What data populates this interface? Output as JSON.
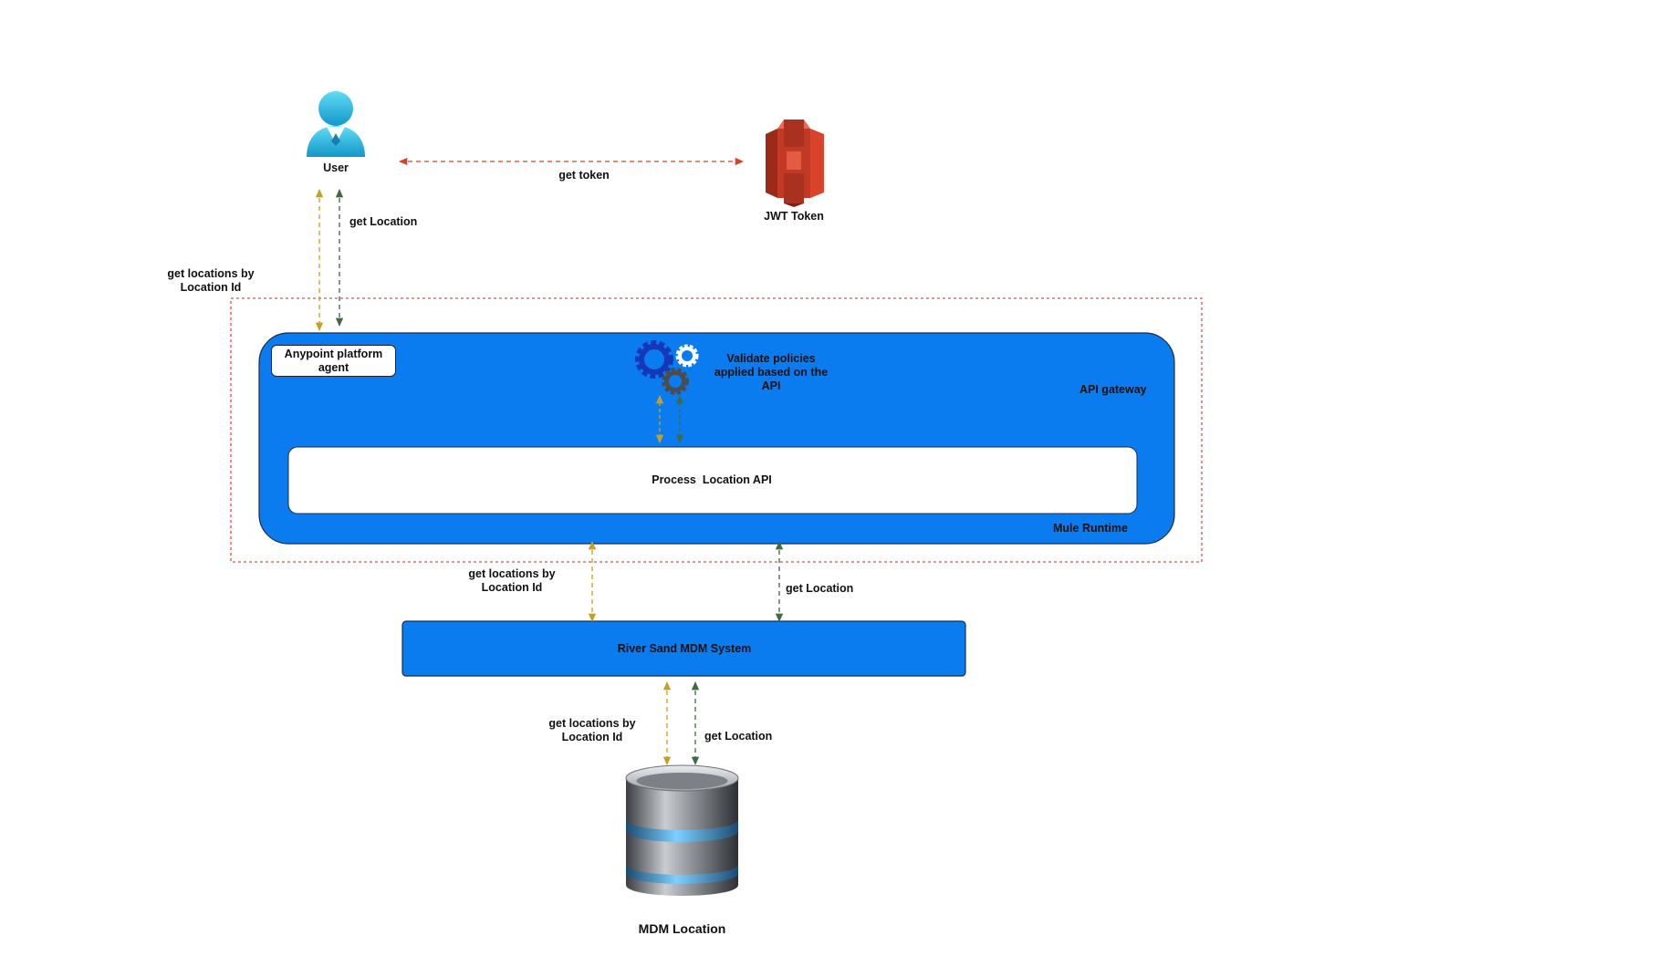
{
  "user": {
    "label": "User",
    "icon": "user-icon"
  },
  "jwt": {
    "label": "JWT Token",
    "icon": "s3-bucket-icon"
  },
  "token_flow": {
    "label": "get token"
  },
  "user_flows": {
    "get_locations_by_id": "get locations by Location Id",
    "get_location": "get Location"
  },
  "gateway": {
    "label": "API gateway",
    "agent_label": "Anypoint platform agent",
    "policies_label": "Validate policies applied based on the API",
    "gears_icon": "gears-icon"
  },
  "runtime": {
    "label": "Mule Runtime",
    "process_label": "Process  Location API"
  },
  "mdm_flows": {
    "get_locations_by_id": "get locations by Location Id",
    "get_location": "get Location"
  },
  "mdm_system": {
    "label": "River Sand MDM System"
  },
  "db_flows": {
    "get_locations_by_id": "get locations by Location Id",
    "get_location": "get Location"
  },
  "database": {
    "label": "MDM Location",
    "icon": "database-icon"
  },
  "colors": {
    "runtime_blue": "#0a7cf0",
    "gateway_border": "#e34a4a",
    "token_arrow": "#d0452b",
    "locations_arrow": "#c8a021",
    "location_arrow": "#3f6b3f",
    "s3_red": "#d9432c",
    "user_cyan": "#2cc3e8"
  }
}
